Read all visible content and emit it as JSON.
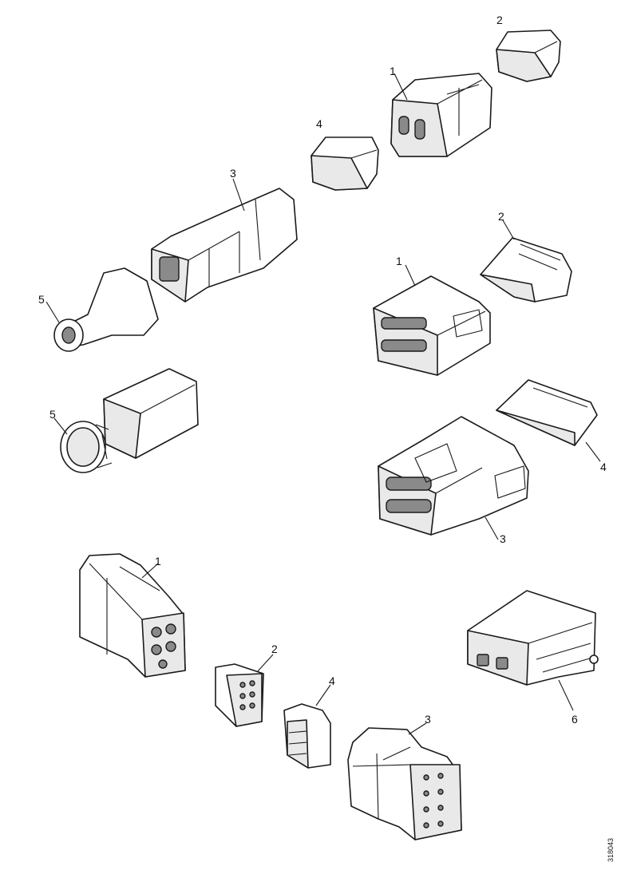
{
  "callouts": {
    "g1": {
      "c1": "1",
      "c2": "2",
      "c3": "3",
      "c4": "4",
      "c5": "5"
    },
    "g2": {
      "c1": "1",
      "c2": "2",
      "c3": "3",
      "c4": "4"
    },
    "g3": {
      "c5": "5"
    },
    "g4": {
      "c1": "1",
      "c2": "2",
      "c3": "3",
      "c4": "4",
      "c6": "6"
    }
  },
  "document_id": "318043"
}
